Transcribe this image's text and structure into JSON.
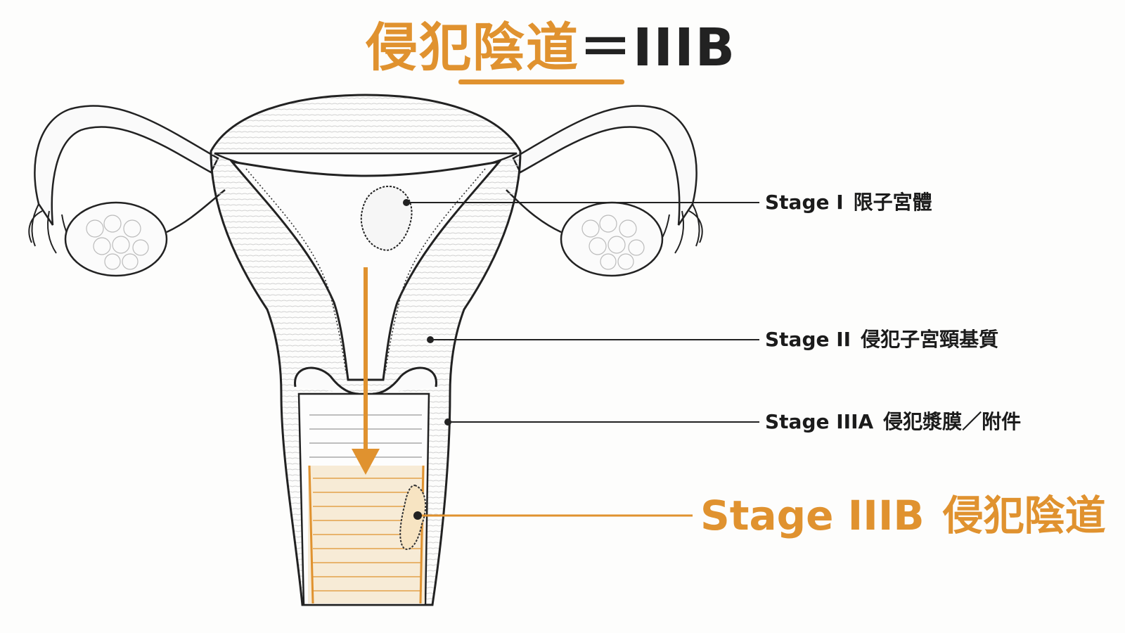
{
  "title": {
    "highlight": "侵犯陰道",
    "equals": "＝IIIB"
  },
  "labels": [
    {
      "code": "Stage I",
      "text": "限子宮體"
    },
    {
      "code": "Stage II",
      "text": "侵犯子宮頸基質"
    },
    {
      "code": "Stage IIIA",
      "text": "侵犯漿膜／附件"
    },
    {
      "code": "Stage IIIB",
      "text": "侵犯陰道"
    }
  ],
  "colors": {
    "accent": "#e0922f",
    "ink": "#1b1b1b"
  }
}
